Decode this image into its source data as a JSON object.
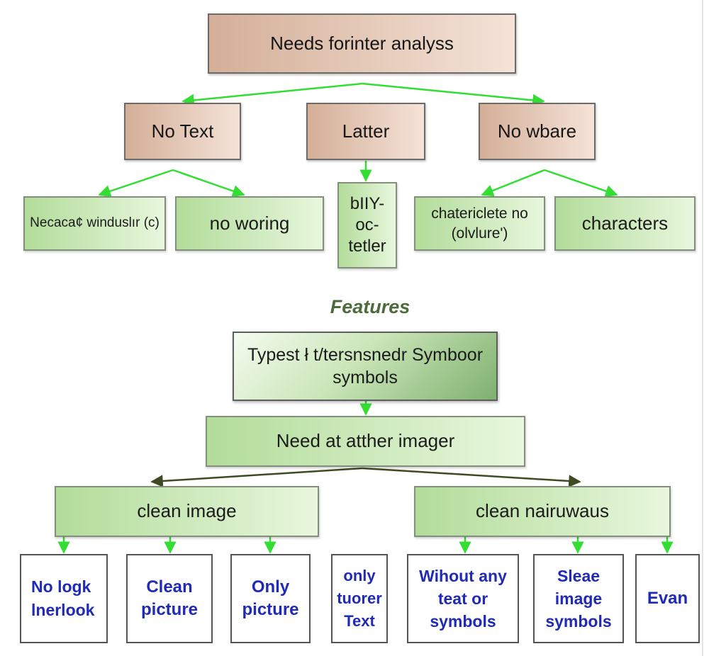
{
  "top_tree": {
    "root": [
      "Needs forinter",
      "analyss"
    ],
    "children": [
      {
        "label": [
          "No Text"
        ]
      },
      {
        "label": [
          "Latter"
        ]
      },
      {
        "label": [
          "No wbare"
        ]
      }
    ],
    "leaves": [
      {
        "label": [
          "Necaca¢ winduslır",
          "(c)"
        ]
      },
      {
        "label": [
          "no woring"
        ]
      },
      {
        "label": [
          "bIIY-",
          "oc-",
          "tetler"
        ]
      },
      {
        "label": [
          "chatericlete",
          "no (olvlure')"
        ]
      },
      {
        "label": [
          "characters"
        ]
      }
    ]
  },
  "section_title": "Features",
  "bottom_tree": {
    "root": [
      "Typest ł t/tersnsnedr",
      "Symboor symbols"
    ],
    "second": "Need at atther imager",
    "branches": [
      {
        "label": "clean image"
      },
      {
        "label": "clean nairuwaus"
      }
    ],
    "leaves": [
      {
        "label": [
          "No",
          "logk",
          "lnerlook"
        ]
      },
      {
        "label": [
          "Clean",
          "picture"
        ]
      },
      {
        "label": [
          "Only",
          "picture"
        ]
      },
      {
        "label": [
          "only",
          "tuorer",
          "Text"
        ]
      },
      {
        "label": [
          "Wihout",
          "any teat",
          "or symbols"
        ]
      },
      {
        "label": [
          "Sleae",
          "image",
          "symbols"
        ]
      },
      {
        "label": [
          "Evan"
        ]
      }
    ]
  },
  "colors": {
    "arrow_bright": "#33dd33",
    "arrow_dark": "#3f4a22",
    "leaf_text": "#1f2bb8",
    "section_title": "#4c6b3a"
  }
}
